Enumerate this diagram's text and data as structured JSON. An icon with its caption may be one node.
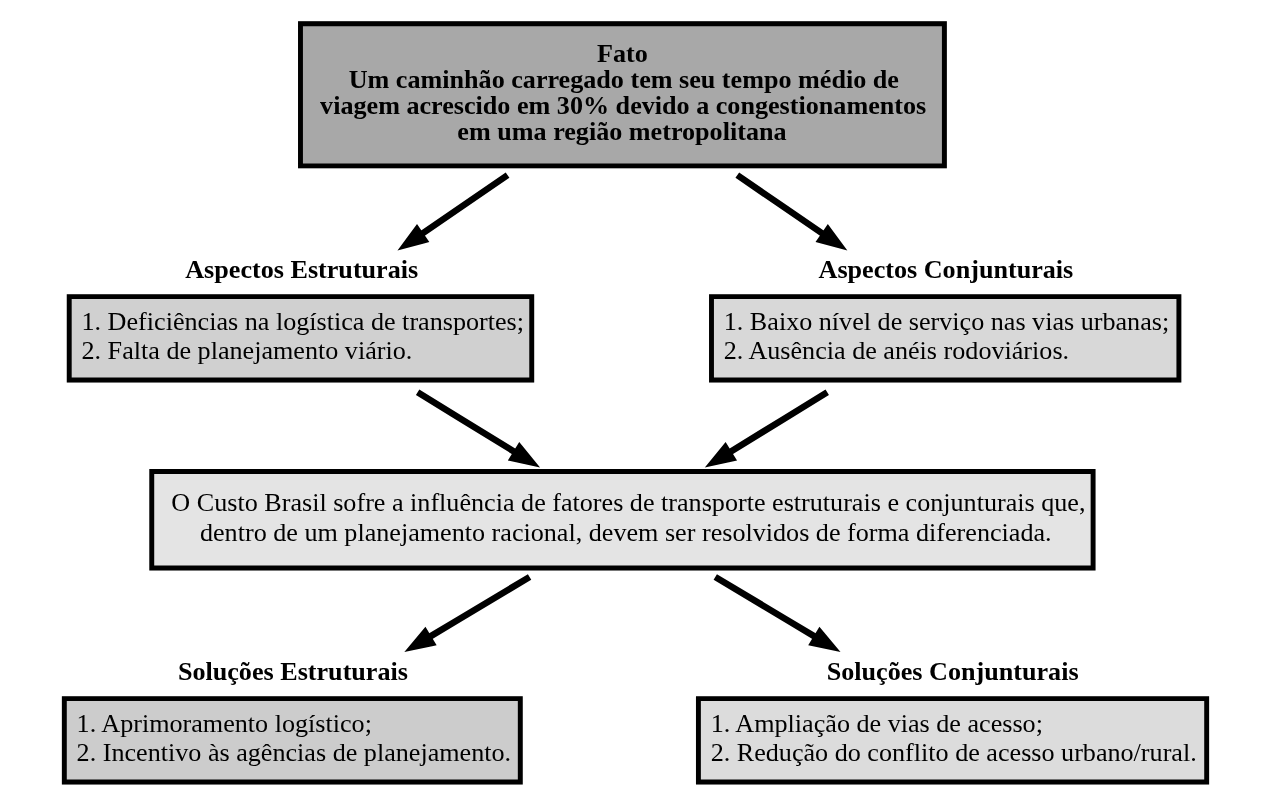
{
  "diagram": {
    "nodes": [
      {
        "text": [
          "Fato",
          "Um caminhão carregado tem seu tempo médio de viagem acrescido em 30% devido a congestionamentos em uma região metropolitana"
        ]
      },
      {
        "text": [
          "Aspectos Estruturais",
          "1. Deficiências na logística de transportes;",
          "2. Falta de planejamento viário."
        ]
      },
      {
        "text": [
          "Aspectos Conjunturais",
          "1. Baixo nível de serviço nas vias urbanas;",
          "2. Ausência de anéis rodoviários."
        ]
      },
      {
        "text": [
          "O Custo Brasil sofre a influência de fatores de transporte estruturais e conjunturais que, dentro de um planejamento racional, devem ser resolvidos de forma diferenciada."
        ]
      },
      {
        "text": [
          "Soluções Estruturais",
          "1. Aprimoramento logístico;",
          "2. Incentivo às agências de planejamento."
        ]
      },
      {
        "text": [
          "Soluções Conjunturais",
          "1. Ampliação de vias de acesso;",
          "2. Redução do conflito de acesso urbano/rural."
        ]
      }
    ],
    "edges": [
      {
        "from": 0,
        "to": 1,
        "arrow": "to"
      },
      {
        "from": 0,
        "to": 2,
        "arrow": "to"
      },
      {
        "from": 1,
        "to": 3,
        "arrow": "to"
      },
      {
        "from": 2,
        "to": 3,
        "arrow": "to"
      },
      {
        "from": 3,
        "to": 4,
        "arrow": "to"
      },
      {
        "from": 3,
        "to": 5,
        "arrow": "to"
      }
    ]
  }
}
